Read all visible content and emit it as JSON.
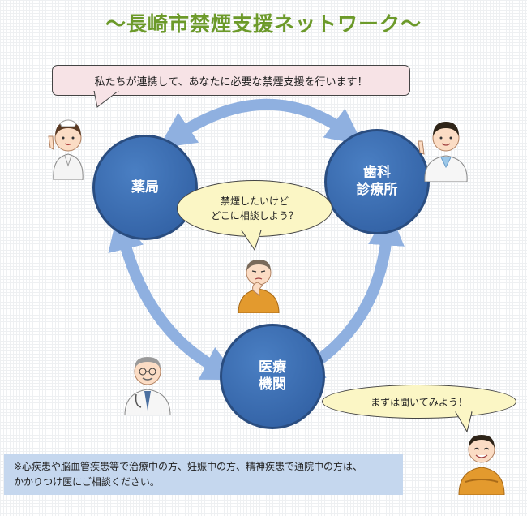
{
  "title": "～長崎市禁煙支援ネットワーク～",
  "bubbles": {
    "top": "私たちが連携して、あなたに必要な禁煙支援を行います！",
    "worry_line1": "禁煙したいけど",
    "worry_line2": "どこに相談しよう？",
    "ask": "まずは聞いてみよう！"
  },
  "nodes": {
    "pharmacy": {
      "line1": "薬局"
    },
    "dental": {
      "line1": "歯科",
      "line2": "診療所"
    },
    "medical": {
      "line1": "医療",
      "line2": "機関"
    }
  },
  "note": {
    "line1": "※心疾患や脳血管疾患等で治療中の方、妊娠中の方、精神疾患で通院中の方は、",
    "line2": "かかりつけ医にご相談ください。"
  },
  "colors": {
    "title": "#6c9a2a",
    "node": "#2d5b9e",
    "arrow": "#8fb0e0",
    "note_bg": "#c5d7ee",
    "bubble_pink": "#f7e3e6",
    "bubble_yellow": "#fbf6c5"
  },
  "icons": [
    "nurse-figure",
    "pharmacist-figure",
    "doctor-figure",
    "worried-man-figure",
    "smiling-man-figure"
  ]
}
